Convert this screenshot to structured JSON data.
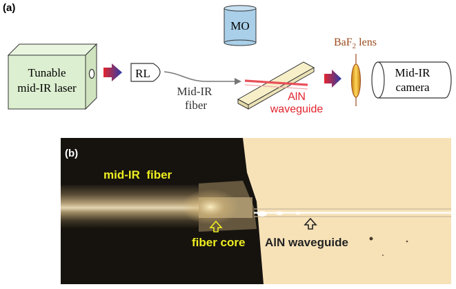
{
  "panel_a": {
    "label": "(a)",
    "laser": {
      "line1": "Tunable",
      "line2": "mid-IR laser"
    },
    "rl": "RL",
    "fiber": {
      "line1": "Mid-IR",
      "line2": "fiber"
    },
    "mo": "MO",
    "waveguide": {
      "line1": "AlN",
      "line2": "waveguide"
    },
    "lens": {
      "prefix": "BaF",
      "sub": "2",
      "suffix": " lens"
    },
    "camera": {
      "line1": "Mid-IR",
      "line2": "camera"
    }
  },
  "panel_b": {
    "label": "(b)",
    "fiber_label": "mid-IR  fiber",
    "core_label": "fiber core",
    "waveguide_label": "AlN waveguide"
  },
  "colors": {
    "laser_box": "#dcefd0",
    "mo_cylinder": "#a9cfe9",
    "waveguide_block": "#f6efc8",
    "waveguide_stripe": "#e8505a",
    "waveguide_text": "#e2232d",
    "lens_text": "#9b4a1c",
    "lens_fill": "#f0b62c",
    "fiber_text": "#eeee22",
    "photo_right": "#f7e2b8",
    "arrow_start": "#e3262d",
    "arrow_end": "#2a3ca8"
  }
}
